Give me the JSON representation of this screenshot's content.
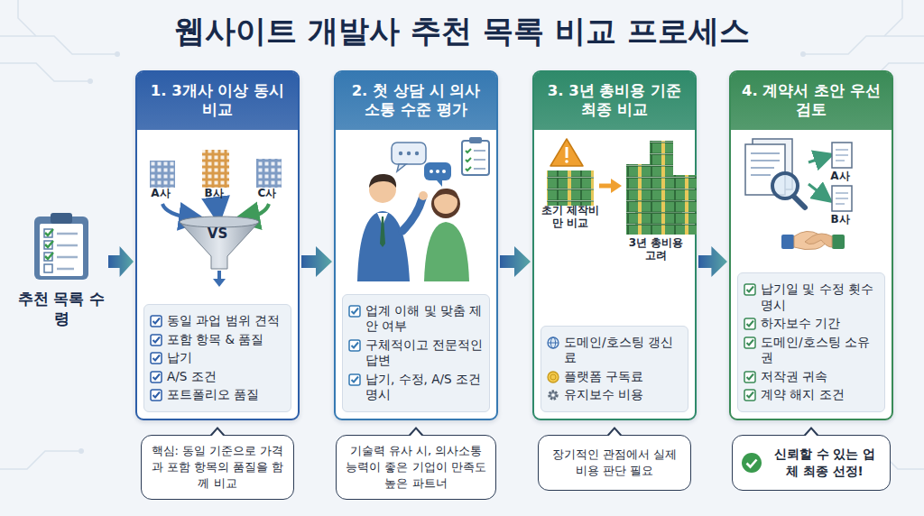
{
  "diagram": {
    "title": "웹사이트 개발사 추천 목록 비교 프로세스",
    "nodes": [
      {
        "text": [
          "추천 목록 수령"
        ]
      },
      {
        "text": [
          "1. 3개사 이상 동시 비교"
        ]
      },
      {
        "text": [
          "동일 과업 범위 견적",
          "포함 항목 & 품질",
          "납기",
          "A/S 조건",
          "포트폴리오 품질"
        ],
        "in": 1
      },
      {
        "text": [
          "핵심: 동일 기준으로 가격과 포함 항목의 품질을 함께 비교"
        ]
      },
      {
        "text": [
          "2. 첫 상담 시 의사소통 수준 평가"
        ]
      },
      {
        "text": [
          "업계 이해 및 맞춤 제안 여부",
          "구체적이고 전문적인 답변",
          "납기, 수정, A/S 조건 명시"
        ],
        "in": 4
      },
      {
        "text": [
          "기술력 유사 시, 의사소통 능력이 좋은 기업이 만족도 높은 파트너"
        ]
      },
      {
        "text": [
          "3. 3년 총비용 기준 최종 비교"
        ]
      },
      {
        "text": [
          "도메인/호스팅 갱신료",
          "플랫폼 구독료",
          "유지보수 비용"
        ],
        "in": 7
      },
      {
        "text": [
          "장기적인 관점에서 실제 비용 판단 필요"
        ]
      },
      {
        "text": [
          "4. 계약서 초안 우선 검토"
        ]
      },
      {
        "text": [
          "납기일 및 수정 횟수 명시",
          "하자보수 기간",
          "도메인/호스팅 소유권",
          "저작권 귀속",
          "계약 해지 조건"
        ],
        "in": 10
      },
      {
        "text": [
          "신뢰할 수 있는 업체 최종 선정!"
        ]
      }
    ],
    "edges": [
      {
        "from": 0,
        "to": 1,
        "arrow": "to"
      },
      {
        "from": 1,
        "to": 4,
        "arrow": "to"
      },
      {
        "from": 4,
        "to": 7,
        "arrow": "to"
      },
      {
        "from": 7,
        "to": 10,
        "arrow": "to"
      }
    ],
    "labels": [
      "A사",
      "B사",
      "C사",
      "VS",
      "초기 제작비만 비교",
      "3년 총비용 고려",
      "A사",
      "B사"
    ]
  }
}
